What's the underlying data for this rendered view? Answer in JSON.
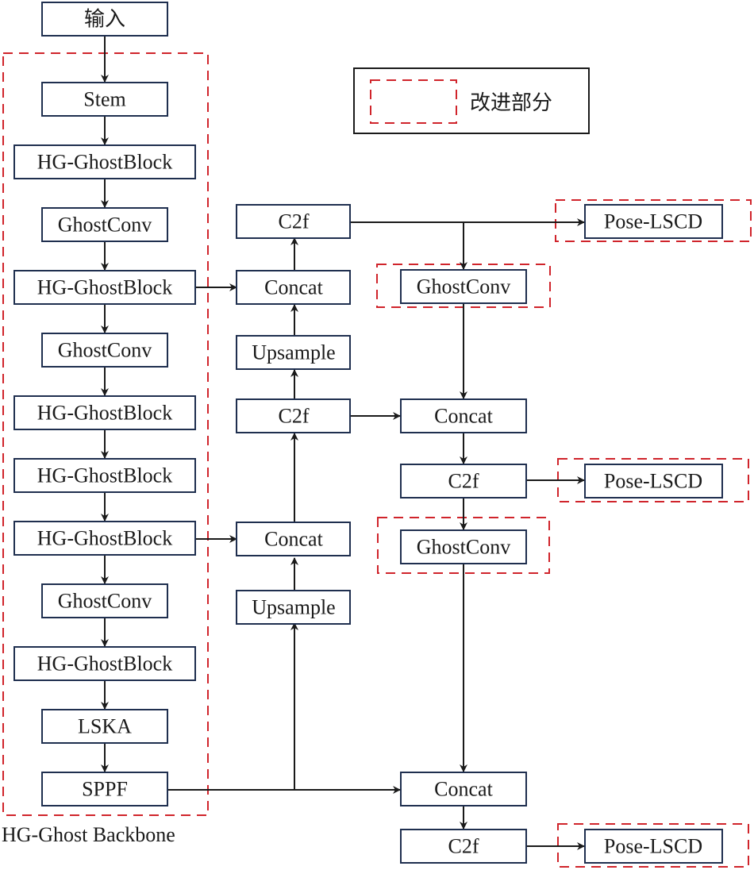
{
  "nodes": {
    "input": "输入",
    "stem": "Stem",
    "hg1": "HG-GhostBlock",
    "gc1": "GhostConv",
    "hg2": "HG-GhostBlock",
    "gc2": "GhostConv",
    "hg3": "HG-GhostBlock",
    "hg4": "HG-GhostBlock",
    "hg5": "HG-GhostBlock",
    "gc3": "GhostConv",
    "hg6": "HG-GhostBlock",
    "lska": "LSKA",
    "sppf": "SPPF",
    "n_c2f_top": "C2f",
    "n_concat1": "Concat",
    "n_up1": "Upsample",
    "n_c2f_mid": "C2f",
    "n_concat2": "Concat",
    "n_up2": "Upsample",
    "h_gc1": "GhostConv",
    "h_concat1": "Concat",
    "h_c2f1": "C2f",
    "h_gc2": "GhostConv",
    "h_concat2": "Concat",
    "h_c2f2": "C2f",
    "pose1": "Pose-LSCD",
    "pose2": "Pose-LSCD",
    "pose3": "Pose-LSCD"
  },
  "backbone_caption": "HG-Ghost Backbone",
  "legend": {
    "label": "改进部分"
  },
  "colors": {
    "improved": "#d0242b",
    "box_border": "#1f2f4f",
    "arrow": "#1a1a1a"
  }
}
